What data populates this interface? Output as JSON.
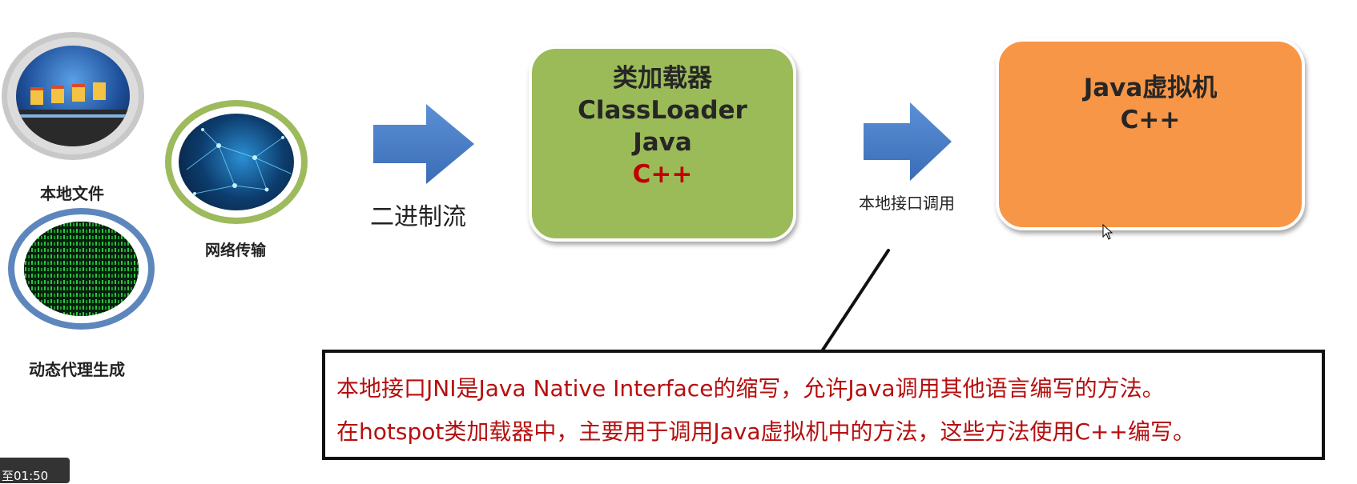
{
  "sources": {
    "local_file": "本地文件",
    "network": "网络传输",
    "dynamic_proxy": "动态代理生成"
  },
  "arrow1_label": "二进制流",
  "class_loader": {
    "line1": "类加载器",
    "line2": "ClassLoader",
    "line3": "Java",
    "line4": "C++"
  },
  "arrow2_label": "本地接口调用",
  "jvm": {
    "line1": "Java虚拟机",
    "line2": "C++"
  },
  "note": {
    "line1": "本地接口JNI是Java Native Interface的缩写，允许Java调用其他语言编写的方法。",
    "line2": "在hotspot类加载器中，主要用于调用Java虚拟机中的方法，这些方法使用C++编写。"
  },
  "player": {
    "timer_text": "至01:50"
  },
  "colors": {
    "loader_box": "#9bbb59",
    "jvm_box": "#f79646",
    "arrow": "#4a7ec2",
    "note_text": "#b50f0f",
    "emphasis_red": "#c00000"
  }
}
